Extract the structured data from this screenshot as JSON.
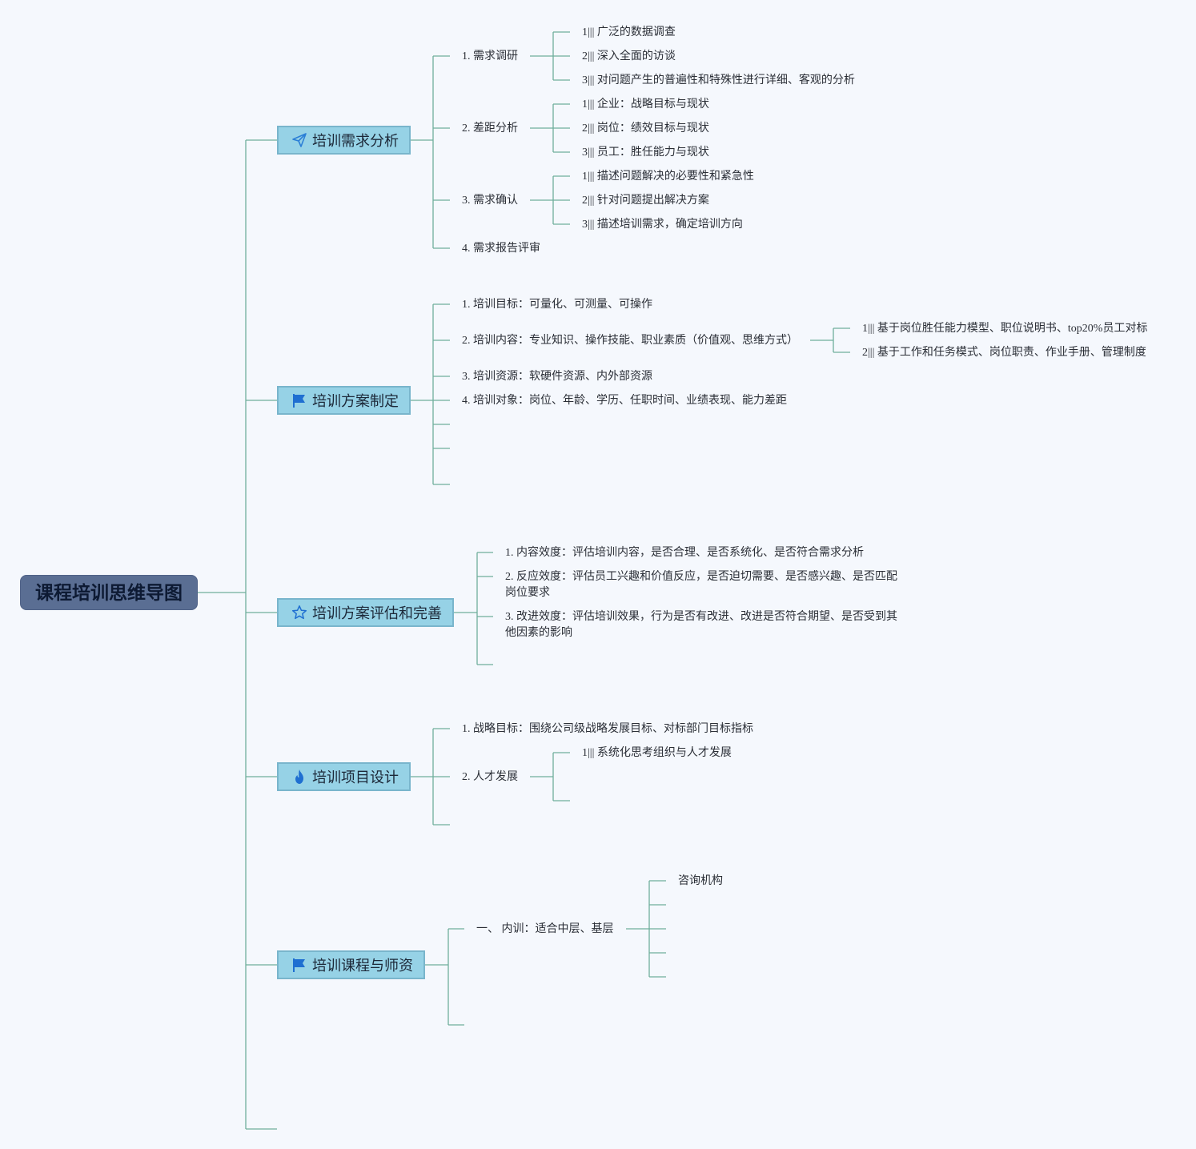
{
  "root": {
    "title": "课程培训思维导图"
  },
  "branches": [
    {
      "label": "培训需求分析",
      "icon": "paper-plane-icon",
      "children": [
        {
          "label": "1. 需求调研",
          "children": [
            "1||| 广泛的数据调查",
            "2||| 深入全面的访谈",
            "3||| 对问题产生的普遍性和特殊性进行详细、客观的分析"
          ]
        },
        {
          "label": "2. 差距分析",
          "children": [
            "1||| 企业：战略目标与现状",
            "2||| 岗位：绩效目标与现状",
            "3||| 员工：胜任能力与现状"
          ]
        },
        {
          "label": "3. 需求确认",
          "children": [
            "1||| 描述问题解决的必要性和紧急性",
            "2||| 针对问题提出解决方案",
            "3||| 描述培训需求，确定培训方向"
          ]
        },
        {
          "label": "4. 需求报告评审"
        }
      ]
    },
    {
      "label": "培训方案制定",
      "icon": "flag-icon",
      "children": [
        {
          "label": "1. 培训目标：可量化、可测量、可操作"
        },
        {
          "label": "2. 培训内容：专业知识、操作技能、职业素质（价值观、思维方式）",
          "children": [
            "1||| 基于岗位胜任能力模型、职位说明书、top20%员工对标",
            "2||| 基于工作和任务模式、岗位职责、作业手册、管理制度"
          ]
        },
        {
          "label": "3. 培训资源：软硬件资源、内外部资源"
        },
        {
          "label": "4. 培训对象：岗位、年龄、学历、任职时间、业绩表现、能力差距"
        }
      ]
    },
    {
      "label": "培训方案评估和完善",
      "icon": "star-icon",
      "children": [
        {
          "label": "1. 内容效度：评估培训内容，是否合理、是否系统化、是否符合需求分析"
        },
        {
          "label": "2. 反应效度：评估员工兴趣和价值反应，是否迫切需要、是否感兴趣、是否匹配岗位要求"
        },
        {
          "label": "3. 改进效度：评估培训效果，行为是否有改进、改进是否符合期望、是否受到其他因素的影响"
        }
      ]
    },
    {
      "label": "培训项目设计",
      "icon": "flame-icon",
      "children": [
        {
          "label": "1. 战略目标：围绕公司级战略发展目标、对标部门目标指标"
        },
        {
          "label": "2. 人才发展",
          "children": [
            "1||| 系统化思考组织与人才发展"
          ]
        }
      ]
    },
    {
      "label": "培训课程与师资",
      "icon": "flag-icon",
      "children": [
        {
          "label": "一、 内训：适合中层、基层",
          "children": [
            "咨询机构"
          ]
        }
      ]
    }
  ],
  "colors": {
    "line": "#6fae9c",
    "branch_fill": "#96d2e6",
    "root_fill": "#5a6e93"
  }
}
